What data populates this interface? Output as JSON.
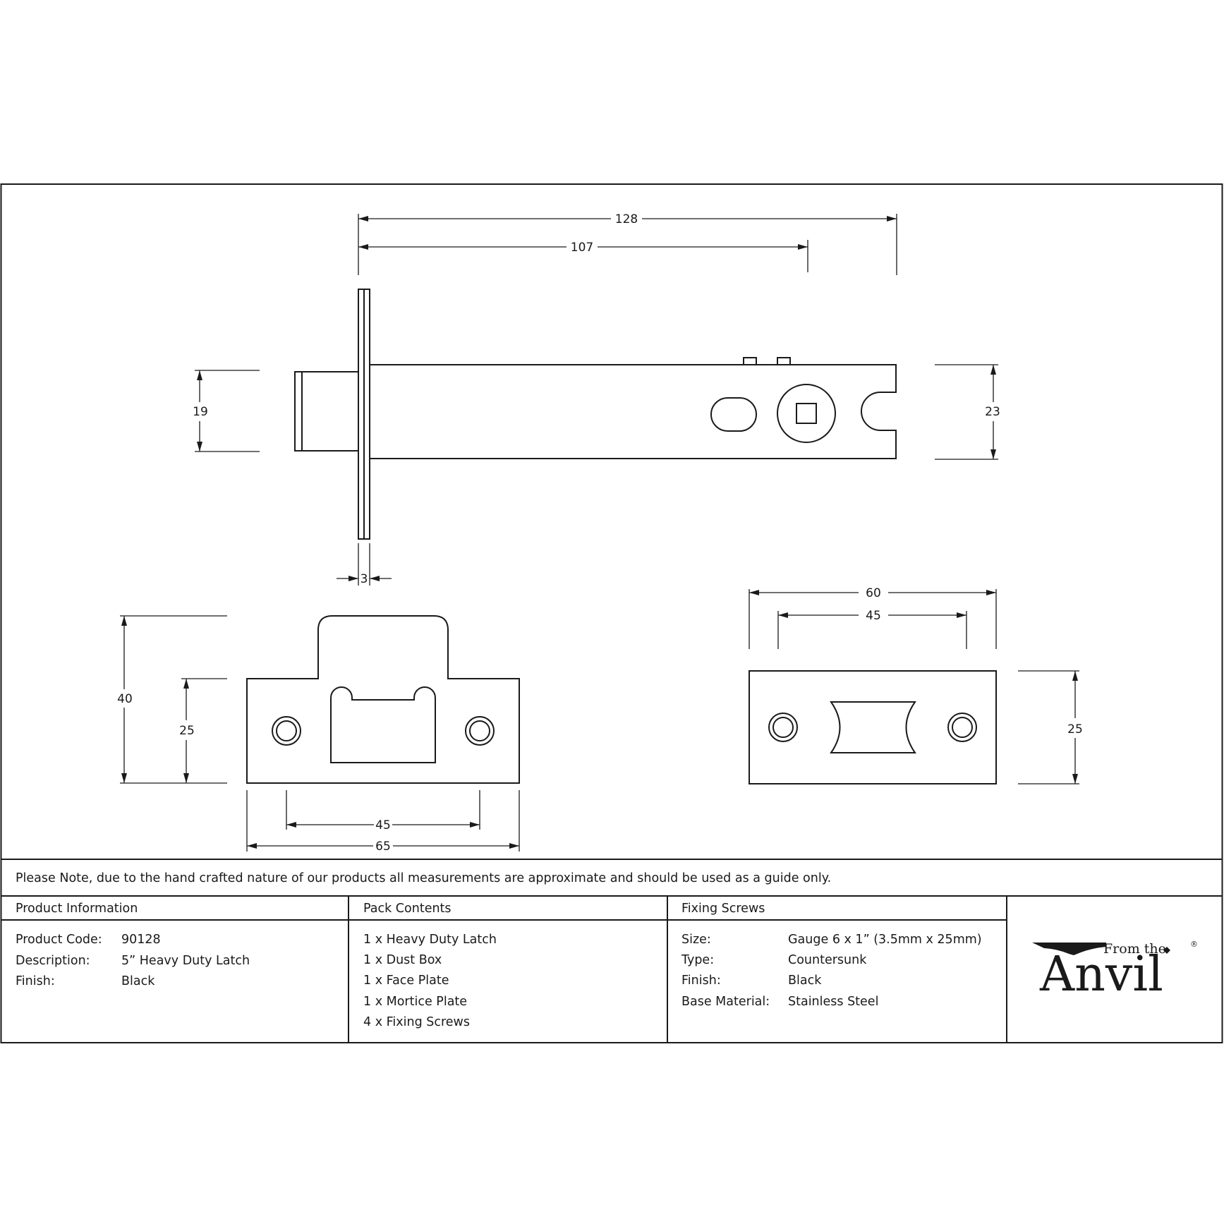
{
  "dimensions": {
    "overall_length": "128",
    "backset": "107",
    "latch_height": "19",
    "case_height": "23",
    "forend_thickness": "3",
    "striker_height": "40",
    "striker_plate_height": "25",
    "striker_hole_spacing": "45",
    "striker_width": "65",
    "forend_width": "60",
    "forend_hole_spacing": "45",
    "forend_height": "25"
  },
  "note": "Please Note, due to the hand crafted nature of our products all measurements are approximate and should be used as a guide only.",
  "product_info": {
    "heading": "Product Information",
    "rows": [
      {
        "label": "Product Code:",
        "value": "90128"
      },
      {
        "label": "Description:",
        "value": "5” Heavy Duty Latch"
      },
      {
        "label": "Finish:",
        "value": "Black"
      }
    ]
  },
  "pack_contents": {
    "heading": "Pack Contents",
    "items": [
      "1 x Heavy Duty Latch",
      "1 x Dust Box",
      "1 x Face Plate",
      "1 x Mortice Plate",
      "4 x Fixing Screws"
    ]
  },
  "fixing_screws": {
    "heading": "Fixing Screws",
    "rows": [
      {
        "label": "Size:",
        "value": "Gauge 6 x 1” (3.5mm x 25mm)"
      },
      {
        "label": "Type:",
        "value": "Countersunk"
      },
      {
        "label": "Finish:",
        "value": "Black"
      },
      {
        "label": "Base Material:",
        "value": "Stainless Steel"
      }
    ]
  },
  "logo": {
    "text_small": "From the",
    "text_large": "Anvil",
    "registered": "®"
  }
}
